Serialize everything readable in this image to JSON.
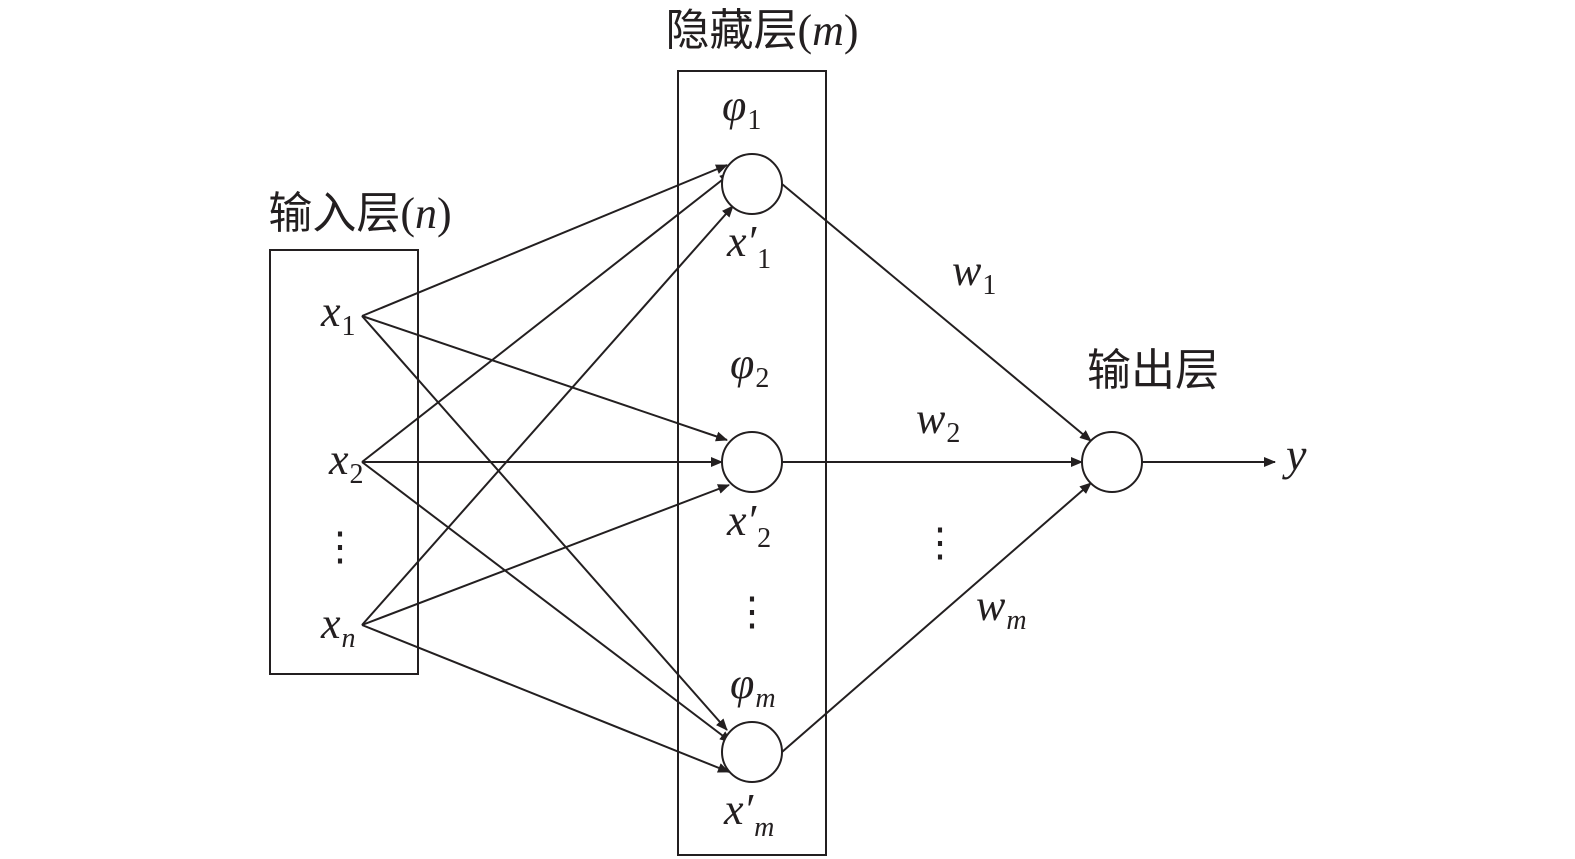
{
  "layers": {
    "input": {
      "name": "输入层",
      "size_symbol": "n"
    },
    "hidden": {
      "name": "隐藏层",
      "size_symbol": "m"
    },
    "output": {
      "name": "输出层"
    }
  },
  "input_nodes": [
    {
      "id": "x1",
      "base": "x",
      "sub": "1"
    },
    {
      "id": "x2",
      "base": "x",
      "sub": "2"
    },
    {
      "id": "xn",
      "base": "x",
      "sub": "n"
    }
  ],
  "hidden_nodes": [
    {
      "id": "h1",
      "func_base": "φ",
      "func_sub": "1",
      "input_base": "x′",
      "input_sub": "1"
    },
    {
      "id": "h2",
      "func_base": "φ",
      "func_sub": "2",
      "input_base": "x′",
      "input_sub": "2"
    },
    {
      "id": "hm",
      "func_base": "φ",
      "func_sub": "m",
      "input_base": "x′",
      "input_sub": "m"
    }
  ],
  "weights": [
    {
      "base": "w",
      "sub": "1"
    },
    {
      "base": "w",
      "sub": "2"
    },
    {
      "base": "w",
      "sub": "m"
    }
  ],
  "output_symbol": "y",
  "ellipsis": "⋮"
}
